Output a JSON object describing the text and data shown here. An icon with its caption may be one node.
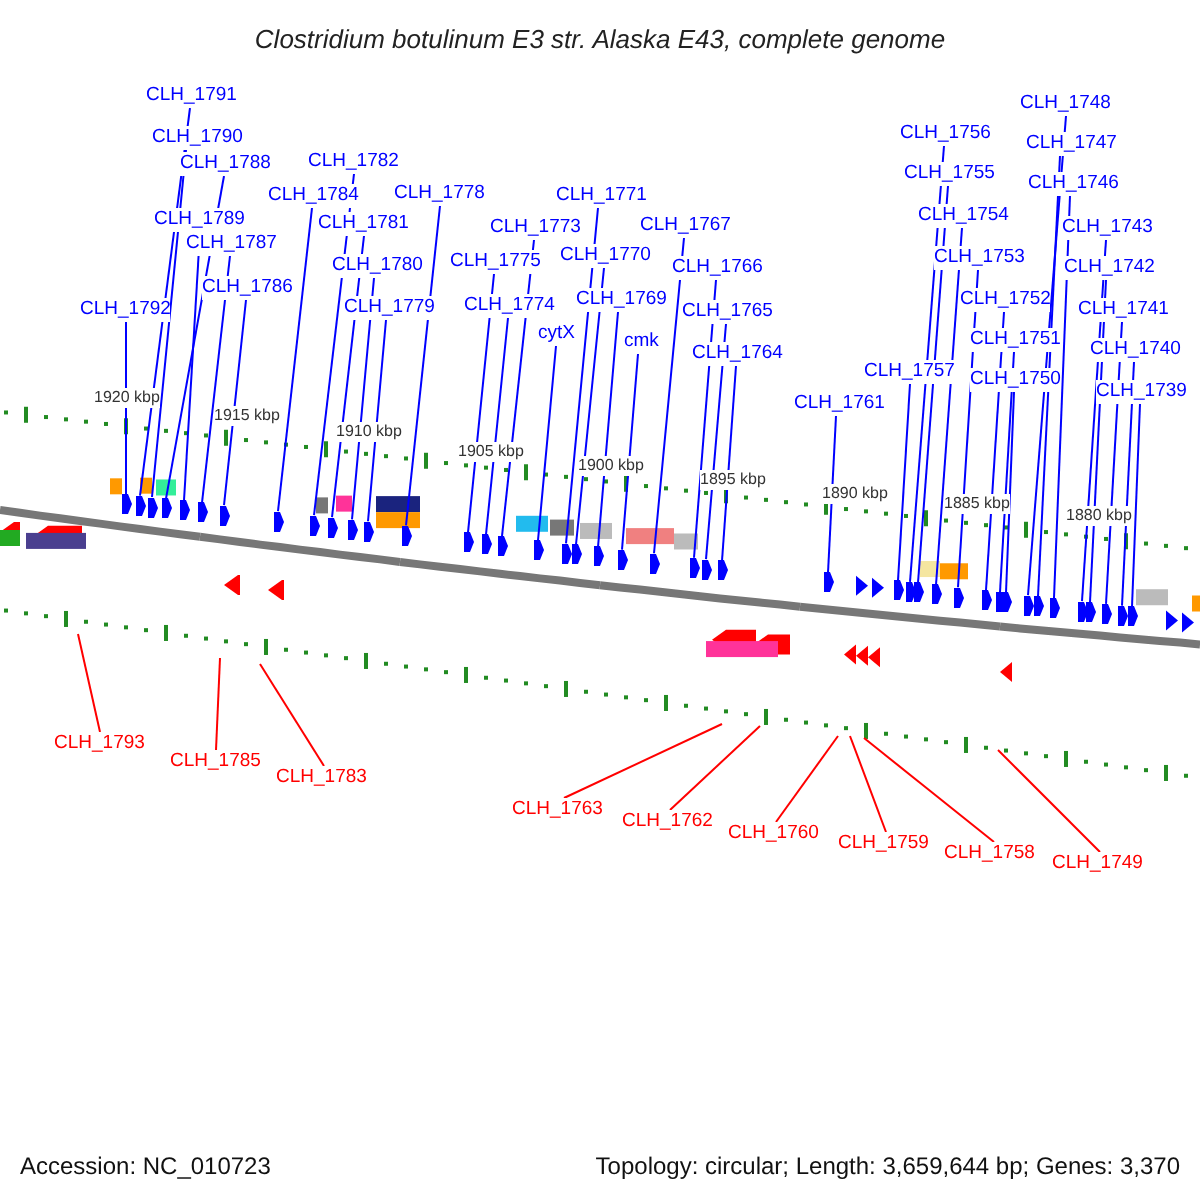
{
  "diagram": {
    "title": "Clostridium botulinum E3 str. Alaska E43, complete genome",
    "nodes": [
      {
        "text": [
          "CLH_1791"
        ]
      },
      {
        "text": [
          "CLH_1790"
        ]
      },
      {
        "text": [
          "CLH_1788"
        ]
      },
      {
        "text": [
          "CLH_1789"
        ]
      },
      {
        "text": [
          "CLH_1787"
        ]
      },
      {
        "text": [
          "CLH_1786"
        ]
      },
      {
        "text": [
          "CLH_1792"
        ]
      },
      {
        "text": [
          "CLH_1784"
        ]
      },
      {
        "text": [
          "CLH_1782"
        ]
      },
      {
        "text": [
          "CLH_1781"
        ]
      },
      {
        "text": [
          "CLH_1780"
        ]
      },
      {
        "text": [
          "CLH_1779"
        ]
      },
      {
        "text": [
          "CLH_1778"
        ]
      },
      {
        "text": [
          "CLH_1773"
        ]
      },
      {
        "text": [
          "CLH_1775"
        ]
      },
      {
        "text": [
          "CLH_1774"
        ]
      },
      {
        "text": [
          "cytX"
        ]
      },
      {
        "text": [
          "CLH_1771"
        ]
      },
      {
        "text": [
          "CLH_1770"
        ]
      },
      {
        "text": [
          "CLH_1769"
        ]
      },
      {
        "text": [
          "cmk"
        ]
      },
      {
        "text": [
          "CLH_1767"
        ]
      },
      {
        "text": [
          "CLH_1766"
        ]
      },
      {
        "text": [
          "CLH_1765"
        ]
      },
      {
        "text": [
          "CLH_1764"
        ]
      },
      {
        "text": [
          "CLH_1761"
        ]
      },
      {
        "text": [
          "CLH_1757"
        ]
      },
      {
        "text": [
          "CLH_1756"
        ]
      },
      {
        "text": [
          "CLH_1755"
        ]
      },
      {
        "text": [
          "CLH_1754"
        ]
      },
      {
        "text": [
          "CLH_1753"
        ]
      },
      {
        "text": [
          "CLH_1752"
        ]
      },
      {
        "text": [
          "CLH_1751"
        ]
      },
      {
        "text": [
          "CLH_1750"
        ]
      },
      {
        "text": [
          "CLH_1748"
        ]
      },
      {
        "text": [
          "CLH_1747"
        ]
      },
      {
        "text": [
          "CLH_1746"
        ]
      },
      {
        "text": [
          "CLH_1743"
        ]
      },
      {
        "text": [
          "CLH_1742"
        ]
      },
      {
        "text": [
          "CLH_1741"
        ]
      },
      {
        "text": [
          "CLH_1740"
        ]
      },
      {
        "text": [
          "CLH_1739"
        ]
      },
      {
        "text": [
          "CLH_1793"
        ]
      },
      {
        "text": [
          "CLH_1785"
        ]
      },
      {
        "text": [
          "CLH_1783"
        ]
      },
      {
        "text": [
          "CLH_1763"
        ]
      },
      {
        "text": [
          "CLH_1762"
        ]
      },
      {
        "text": [
          "CLH_1760"
        ]
      },
      {
        "text": [
          "CLH_1759"
        ]
      },
      {
        "text": [
          "CLH_1758"
        ]
      },
      {
        "text": [
          "CLH_1749"
        ]
      },
      {
        "text": [],
        "shape": "arrow"
      },
      {
        "text": [],
        "shape": "arrow"
      },
      {
        "text": [],
        "shape": "arrow"
      },
      {
        "text": [],
        "shape": "arrow"
      },
      {
        "text": [],
        "shape": "arrow"
      },
      {
        "text": [],
        "shape": "arrow"
      },
      {
        "text": [],
        "shape": "arrow"
      },
      {
        "text": [],
        "shape": "arrow"
      },
      {
        "text": [],
        "shape": "arrow"
      },
      {
        "text": [],
        "shape": "arrow"
      },
      {
        "text": [],
        "shape": "arrow"
      },
      {
        "text": [],
        "shape": "arrow"
      },
      {
        "text": [],
        "shape": "arrow"
      },
      {
        "text": [],
        "shape": "arrow"
      },
      {
        "text": [],
        "shape": "arrow"
      },
      {
        "text": [],
        "shape": "arrow"
      },
      {
        "text": [],
        "shape": "arrow"
      },
      {
        "text": [],
        "shape": "arrow"
      },
      {
        "text": [],
        "shape": "arrow"
      },
      {
        "text": [],
        "shape": "arrow"
      },
      {
        "text": [],
        "shape": "arrow"
      },
      {
        "text": [],
        "shape": "arrow"
      },
      {
        "text": [],
        "shape": "arrow"
      },
      {
        "text": [],
        "shape": "arrow"
      },
      {
        "text": [],
        "shape": "arrow"
      },
      {
        "text": [],
        "shape": "arrow"
      },
      {
        "text": [],
        "shape": "arrow"
      },
      {
        "text": [],
        "shape": "arrow"
      },
      {
        "text": [],
        "shape": "arrow"
      },
      {
        "text": [],
        "shape": "arrow"
      },
      {
        "text": [],
        "shape": "arrow"
      },
      {
        "text": [],
        "shape": "arrow"
      },
      {
        "text": [],
        "shape": "arrow"
      },
      {
        "text": [],
        "shape": "arrow"
      },
      {
        "text": [],
        "shape": "arrow"
      },
      {
        "text": [],
        "shape": "arrow"
      },
      {
        "text": [],
        "shape": "arrow"
      },
      {
        "text": [],
        "shape": "arrow"
      },
      {
        "text": [],
        "shape": "arrow"
      },
      {
        "text": [],
        "shape": "arrow"
      },
      {
        "text": [],
        "shape": "arrow"
      },
      {
        "text": [],
        "shape": "arrow"
      }
    ],
    "edges": [
      {
        "from": 0,
        "to": 52,
        "arrow": "none"
      },
      {
        "from": 1,
        "to": 53,
        "arrow": "none"
      },
      {
        "from": 2,
        "to": 54,
        "arrow": "none"
      },
      {
        "from": 3,
        "to": 55,
        "arrow": "none"
      },
      {
        "from": 4,
        "to": 56,
        "arrow": "none"
      },
      {
        "from": 5,
        "to": 57,
        "arrow": "none"
      },
      {
        "from": 6,
        "to": 51,
        "arrow": "none"
      },
      {
        "from": 7,
        "to": 58,
        "arrow": "none"
      },
      {
        "from": 8,
        "to": 59,
        "arrow": "none"
      },
      {
        "from": 9,
        "to": 60,
        "arrow": "none"
      },
      {
        "from": 10,
        "to": 61,
        "arrow": "none"
      },
      {
        "from": 11,
        "to": 62,
        "arrow": "none"
      },
      {
        "from": 12,
        "to": 63,
        "arrow": "none"
      },
      {
        "from": 13,
        "to": 66,
        "arrow": "none"
      },
      {
        "from": 14,
        "to": 64,
        "arrow": "none"
      },
      {
        "from": 15,
        "to": 65,
        "arrow": "none"
      },
      {
        "from": 16,
        "to": 67,
        "arrow": "none"
      },
      {
        "from": 17,
        "to": 68,
        "arrow": "none"
      },
      {
        "from": 18,
        "to": 69,
        "arrow": "none"
      },
      {
        "from": 19,
        "to": 70,
        "arrow": "none"
      },
      {
        "from": 20,
        "to": 71,
        "arrow": "none"
      },
      {
        "from": 21,
        "to": 72,
        "arrow": "none"
      },
      {
        "from": 22,
        "to": 73,
        "arrow": "none"
      },
      {
        "from": 23,
        "to": 74,
        "arrow": "none"
      },
      {
        "from": 24,
        "to": 75,
        "arrow": "none"
      },
      {
        "from": 25,
        "to": 76,
        "arrow": "none"
      },
      {
        "from": 26,
        "to": 77,
        "arrow": "none"
      },
      {
        "from": 27,
        "to": 78,
        "arrow": "none"
      },
      {
        "from": 28,
        "to": 79,
        "arrow": "none"
      },
      {
        "from": 29,
        "to": 80,
        "arrow": "none"
      },
      {
        "from": 30,
        "to": 81,
        "arrow": "none"
      },
      {
        "from": 31,
        "to": 82,
        "arrow": "none"
      },
      {
        "from": 32,
        "to": 83,
        "arrow": "none"
      },
      {
        "from": 33,
        "to": 84,
        "arrow": "none"
      },
      {
        "from": 34,
        "to": 85,
        "arrow": "none"
      },
      {
        "from": 35,
        "to": 86,
        "arrow": "none"
      },
      {
        "from": 36,
        "to": 87,
        "arrow": "none"
      },
      {
        "from": 37,
        "to": 88,
        "arrow": "none"
      },
      {
        "from": 38,
        "to": 89,
        "arrow": "none"
      },
      {
        "from": 39,
        "to": 90,
        "arrow": "none"
      },
      {
        "from": 40,
        "to": 91,
        "arrow": "none"
      },
      {
        "from": 41,
        "to": 92,
        "arrow": "none"
      },
      {
        "from": 42,
        "to": null,
        "arrow": "none",
        "color": "#ff0000"
      },
      {
        "from": 43,
        "to": null,
        "arrow": "none",
        "color": "#ff0000"
      },
      {
        "from": 44,
        "to": null,
        "arrow": "none",
        "color": "#ff0000"
      },
      {
        "from": 45,
        "to": null,
        "arrow": "none",
        "color": "#ff0000"
      },
      {
        "from": 46,
        "to": null,
        "arrow": "none",
        "color": "#ff0000"
      },
      {
        "from": 47,
        "to": null,
        "arrow": "none",
        "color": "#ff0000"
      },
      {
        "from": 48,
        "to": null,
        "arrow": "none",
        "color": "#ff0000"
      },
      {
        "from": 49,
        "to": null,
        "arrow": "none",
        "color": "#ff0000"
      },
      {
        "from": 50,
        "to": null,
        "arrow": "none",
        "color": "#ff0000"
      }
    ],
    "labels": [
      "1920 kbp",
      "1915 kbp",
      "1910 kbp",
      "1905 kbp",
      "1900 kbp",
      "1895 kbp",
      "1890 kbp",
      "1885 kbp",
      "1880 kbp",
      "Accession: NC_010723",
      "Topology: circular; Length: 3,659,644 bp; Genes: 3,370"
    ]
  }
}
